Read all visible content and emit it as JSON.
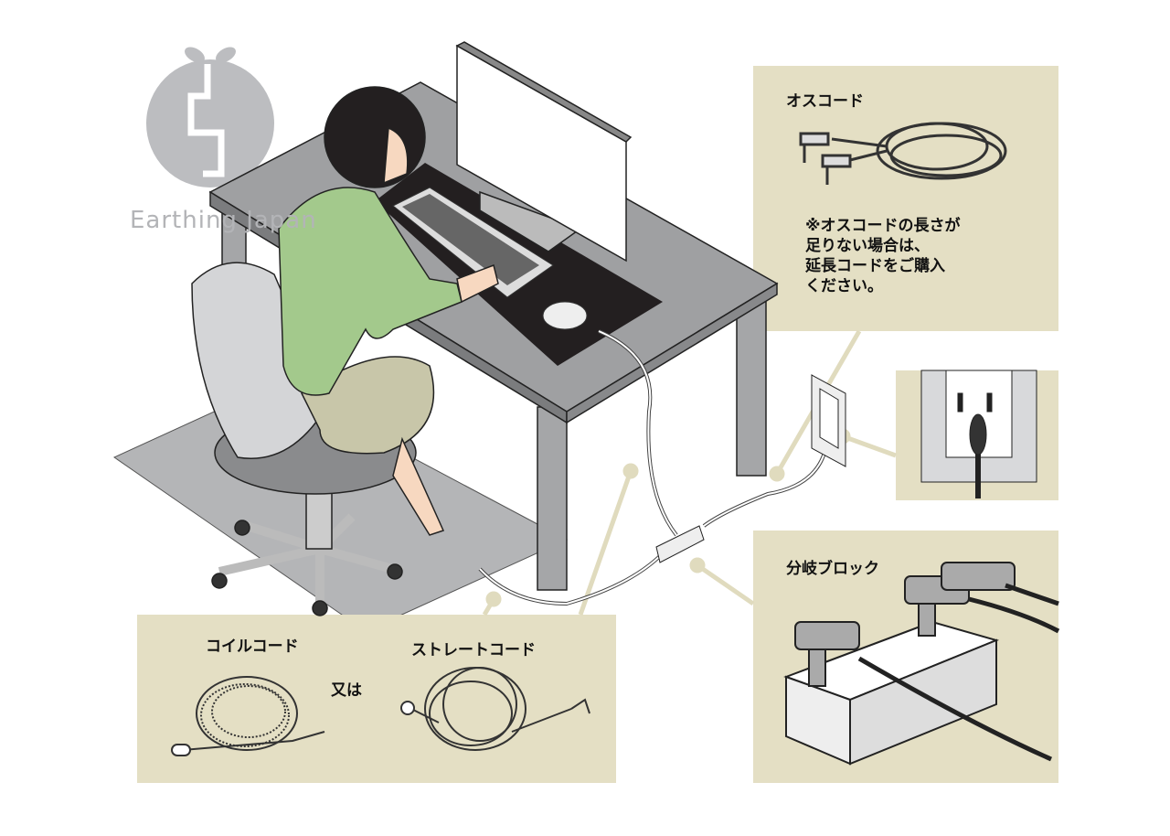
{
  "logo": {
    "brand": "Earthing Japan"
  },
  "panels": {
    "male_cord": {
      "title": "オスコード",
      "note_lines": [
        "※オスコードの長さが",
        "足りない場合は、",
        "延長コードをご購入",
        "ください。"
      ]
    },
    "cords": {
      "coil": "コイルコード",
      "or": "又は",
      "straight": "ストレートコード"
    },
    "splitter": {
      "title": "分岐ブロック"
    }
  },
  "colors": {
    "panel": "#e4dfc4",
    "desk": "#9fa0a2",
    "shirt": "#a3c98c",
    "skirt": "#c8c6a9",
    "mat": "#231f20"
  }
}
